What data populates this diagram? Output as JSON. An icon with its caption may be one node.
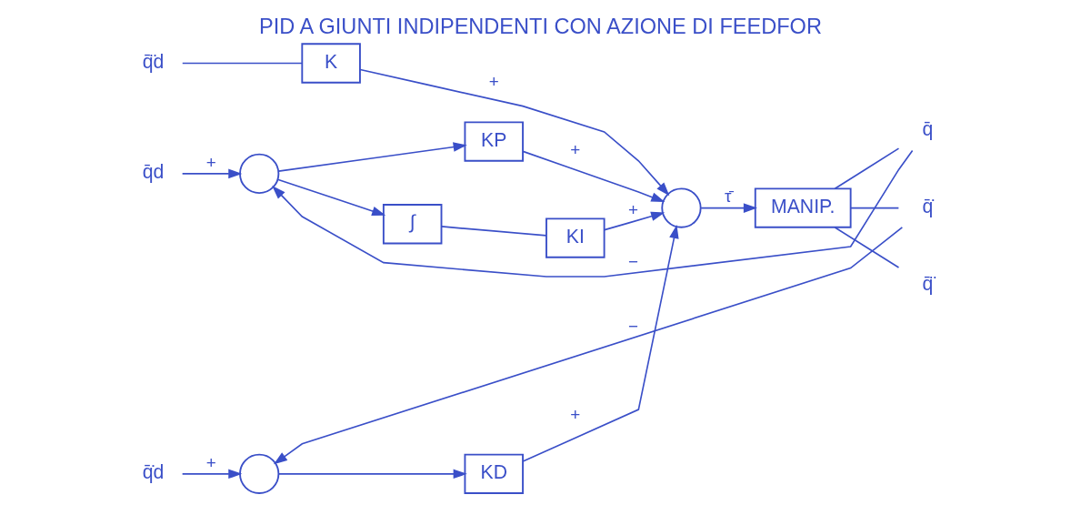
{
  "diagram": {
    "title": "PID A GIUNTI INDIPENDENTI CON AZIONE DI FEEDFOR",
    "nodes": [
      {
        "text": [
          "q̄̈d"
        ]
      },
      {
        "text": [
          "K"
        ]
      },
      {
        "text": [
          "q̄d"
        ]
      },
      {
        "text": [],
        "shape": "circle"
      },
      {
        "text": [
          "KP"
        ]
      },
      {
        "text": [
          "∫"
        ]
      },
      {
        "text": [
          "KI"
        ]
      },
      {
        "text": [],
        "shape": "circle"
      },
      {
        "text": [
          "MANIP."
        ]
      },
      {
        "text": [
          "q̄"
        ]
      },
      {
        "text": [
          "q̄̇"
        ]
      },
      {
        "text": [
          "q̄̈"
        ]
      },
      {
        "text": [
          "q̄̇d"
        ]
      },
      {
        "text": [],
        "shape": "circle"
      },
      {
        "text": [
          "KD"
        ]
      }
    ],
    "edges": [
      {
        "from": 0,
        "to": 1,
        "arrow": "none"
      },
      {
        "from": 1,
        "to": 7,
        "arrow": "to",
        "label": "+"
      },
      {
        "from": 2,
        "to": 3,
        "arrow": "to",
        "label": "+"
      },
      {
        "from": 3,
        "to": 4,
        "arrow": "to"
      },
      {
        "from": 3,
        "to": 5,
        "arrow": "to"
      },
      {
        "from": 5,
        "to": 6,
        "arrow": "none"
      },
      {
        "from": 4,
        "to": 7,
        "arrow": "to",
        "label": "+"
      },
      {
        "from": 6,
        "to": 7,
        "arrow": "to",
        "label": "+"
      },
      {
        "from": 7,
        "to": 8,
        "arrow": "to",
        "label": "τ̄"
      },
      {
        "from": 8,
        "to": 9,
        "arrow": "none"
      },
      {
        "from": 8,
        "to": 10,
        "arrow": "none"
      },
      {
        "from": 8,
        "to": 11,
        "arrow": "none"
      },
      {
        "from": 9,
        "to": 3,
        "arrow": "to",
        "label": "−"
      },
      {
        "from": 12,
        "to": 13,
        "arrow": "to",
        "label": "+"
      },
      {
        "from": 10,
        "to": 13,
        "arrow": "to",
        "label": "−"
      },
      {
        "from": 13,
        "to": 14,
        "arrow": "to"
      },
      {
        "from": 14,
        "to": 7,
        "arrow": "to",
        "label": "+"
      }
    ]
  }
}
